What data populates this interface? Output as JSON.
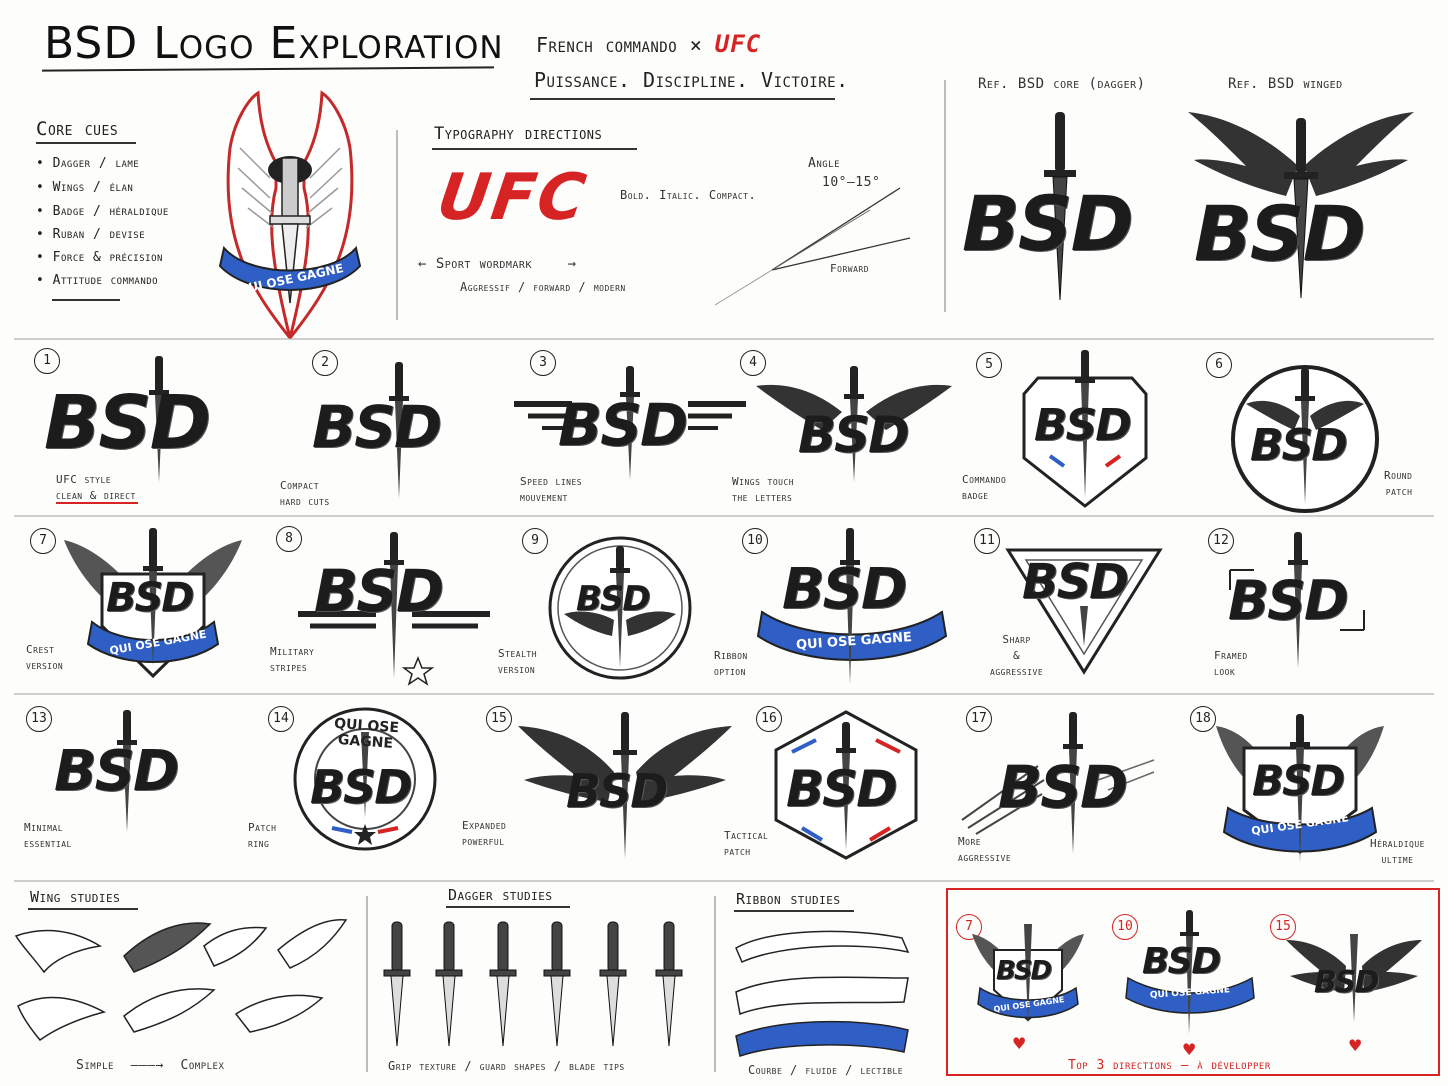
{
  "header": {
    "title": "BSD Logo Exploration",
    "subtitle_prefix": "French commando ×",
    "subtitle_brand": "UFC",
    "tagline": "Puissance. Discipline. Victoire."
  },
  "core_cues": {
    "title": "Core cues",
    "items": [
      "• Dagger / lame",
      "• Wings / élan",
      "• Badge / héraldique",
      "• Ruban / devise",
      "• Force & précision",
      "• Attitude commando"
    ]
  },
  "ref_emblem": {
    "motto": "QUI OSE GAGNE"
  },
  "typography": {
    "title": "Typography directions",
    "wordmark": "UFC",
    "style_note": "Bold. Italic. Compact.",
    "sport_label": "Sport wordmark",
    "sport_tags": "Aggressif / forward / modern",
    "angle_label": "Angle",
    "angle_range": "10°–15°",
    "forward_label": "Forward"
  },
  "references": [
    {
      "label": "Ref. BSD core (dagger)",
      "mark": "BSD"
    },
    {
      "label": "Ref. BSD winged",
      "mark": "BSD"
    }
  ],
  "concepts": [
    {
      "num": "1",
      "caption": [
        "UFC style",
        "clean & direct"
      ],
      "mark": "BSD"
    },
    {
      "num": "2",
      "caption": [
        "Compact",
        "hard cuts"
      ],
      "mark": "BSD"
    },
    {
      "num": "3",
      "caption": [
        "Speed lines",
        "mouvement"
      ],
      "mark": "BSD"
    },
    {
      "num": "4",
      "caption": [
        "Wings touch",
        "the letters"
      ],
      "mark": "BSD"
    },
    {
      "num": "5",
      "caption": [
        "Commando",
        "badge"
      ],
      "mark": "BSD"
    },
    {
      "num": "6",
      "caption": [
        "Round",
        "patch"
      ],
      "mark": "BSD"
    },
    {
      "num": "7",
      "caption": [
        "Crest",
        "version"
      ],
      "mark": "BSD",
      "motto": "QUI OSE GAGNE"
    },
    {
      "num": "8",
      "caption": [
        "Military",
        "stripes"
      ],
      "mark": "BSD"
    },
    {
      "num": "9",
      "caption": [
        "Stealth",
        "version"
      ],
      "mark": "BSD"
    },
    {
      "num": "10",
      "caption": [
        "Ribbon",
        "option"
      ],
      "mark": "BSD",
      "motto": "QUI OSE GAGNE"
    },
    {
      "num": "11",
      "caption": [
        "Sharp",
        "&",
        "aggressive"
      ],
      "mark": "BSD"
    },
    {
      "num": "12",
      "caption": [
        "Framed",
        "look"
      ],
      "mark": "BSD"
    },
    {
      "num": "13",
      "caption": [
        "Minimal",
        "essential"
      ],
      "mark": "BSD"
    },
    {
      "num": "14",
      "caption": [
        "Patch",
        "ring"
      ],
      "mark": "BSD",
      "motto": "QUI OSE GAGNE"
    },
    {
      "num": "15",
      "caption": [
        "Expanded",
        "powerful"
      ],
      "mark": "BSD"
    },
    {
      "num": "16",
      "caption": [
        "Tactical",
        "patch"
      ],
      "mark": "BSD"
    },
    {
      "num": "17",
      "caption": [
        "More",
        "aggressive"
      ],
      "mark": "BSD"
    },
    {
      "num": "18",
      "caption": [
        "Héraldique",
        "ultime"
      ],
      "mark": "BSD",
      "motto": "QUI OSE GAGNE"
    }
  ],
  "studies": {
    "wing": {
      "title": "Wing studies",
      "caption_left": "Simple",
      "caption_right": "Complex"
    },
    "dagger": {
      "title": "Dagger studies",
      "caption": "Grip texture / guard shapes / blade tips"
    },
    "ribbon": {
      "title": "Ribbon studies",
      "caption": "Courbe / fluide / lectible"
    }
  },
  "top3": {
    "picks": [
      "7",
      "10",
      "15"
    ],
    "mark": "BSD",
    "motto": "QUI OSE GAGNE",
    "caption": "Top 3 directions — à développer"
  },
  "colors": {
    "accent_red": "#d62424",
    "accent_blue": "#2f5fc4",
    "ink": "#1c1c1c"
  }
}
